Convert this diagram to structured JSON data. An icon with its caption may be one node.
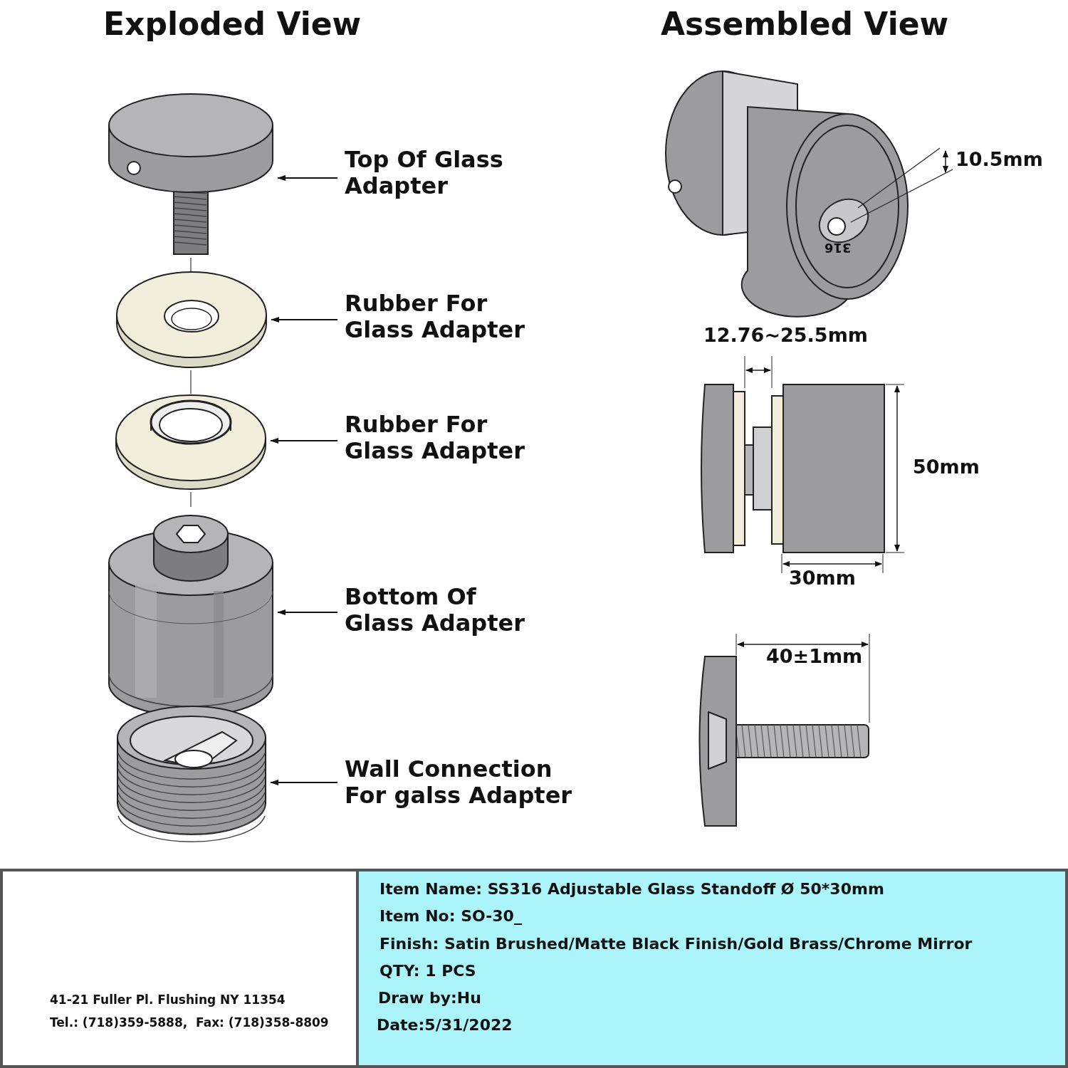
{
  "diagram": {
    "nodes": [
      {
        "text": [],
        "shape": "picture"
      },
      {
        "text": [],
        "shape": "picture"
      },
      {
        "text": [],
        "shape": "picture"
      },
      {
        "text": [],
        "shape": "picture"
      },
      {
        "text": [],
        "shape": "picture"
      },
      {
        "text": [
          "Top Of Glass Adapter"
        ]
      },
      {
        "text": [
          "Rubber For Glass Adapter"
        ]
      },
      {
        "text": [
          "Rubber For Glass Adapter"
        ]
      },
      {
        "text": [
          "Bottom Of Glass Adapter"
        ]
      },
      {
        "text": [
          "Wall Connection For galss Adapter"
        ]
      }
    ],
    "edges": [
      {
        "from": 5,
        "to": 0,
        "arrow": "to"
      },
      {
        "from": 6,
        "to": 1,
        "arrow": "to"
      },
      {
        "from": 7,
        "to": 2,
        "arrow": "to"
      },
      {
        "from": 8,
        "to": 3,
        "arrow": "to"
      },
      {
        "from": 9,
        "to": 4,
        "arrow": "to"
      }
    ],
    "labels": [
      "Exploded View",
      "Assembled View",
      "10.5mm",
      "316",
      "12.76~25.5mm",
      "50mm",
      "30mm",
      "40±1mm",
      "Item Name: SS316 Adjustable Glass Standoff Ø 50*30mm",
      "Item No: SO-30_",
      "Finish: Satin Brushed/Matte Black Finish/Gold Brass/Chrome Mirror",
      "QTY: 1 PCS",
      "Draw by:Hu",
      "Date:5/31/2022",
      "41-21 Fuller Pl. Flushing NY 11354",
      "Tel.: (718)359-5888,  Fax: (718)358-8809"
    ]
  }
}
